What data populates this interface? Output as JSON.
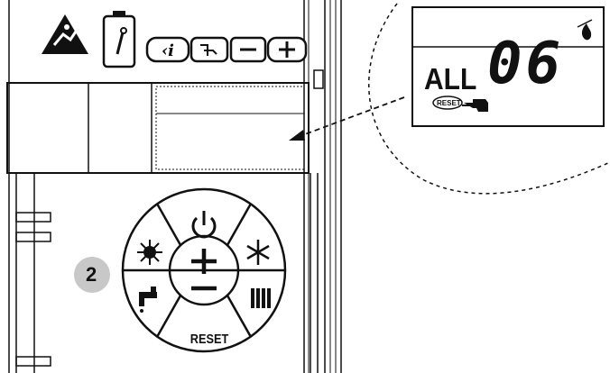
{
  "lcd": {
    "alarm_text": "ALL",
    "code": "06",
    "reset_tag": "RESET"
  },
  "keypad": {
    "reset_label": "RESET"
  },
  "step": {
    "number": "2"
  },
  "icons": {
    "esd": "esd-warning-icon",
    "wrench": "wrench-icon",
    "info": "info-icon",
    "tap_nav": "tap-nav-icon",
    "minus": "minus-icon",
    "plus": "plus-icon",
    "power": "power-icon",
    "sun": "sun-icon",
    "snow": "snowflake-icon",
    "tap": "tap-icon",
    "radiator": "radiator-icon",
    "flame": "flame-off-icon",
    "hand": "hand-pointer-icon"
  },
  "colors": {
    "line": "#111111",
    "step_badge": "#c8c8c8"
  }
}
